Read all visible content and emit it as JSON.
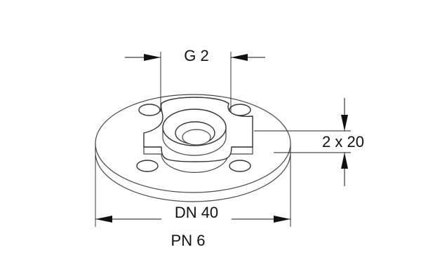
{
  "drawing": {
    "thread_label": "G 2",
    "thickness_label": "2 x 20",
    "diameter_label": "DN 40",
    "pressure_label": "PN 6"
  },
  "colors": {
    "line": "#333333",
    "text": "#111111",
    "background": "#ffffff"
  }
}
